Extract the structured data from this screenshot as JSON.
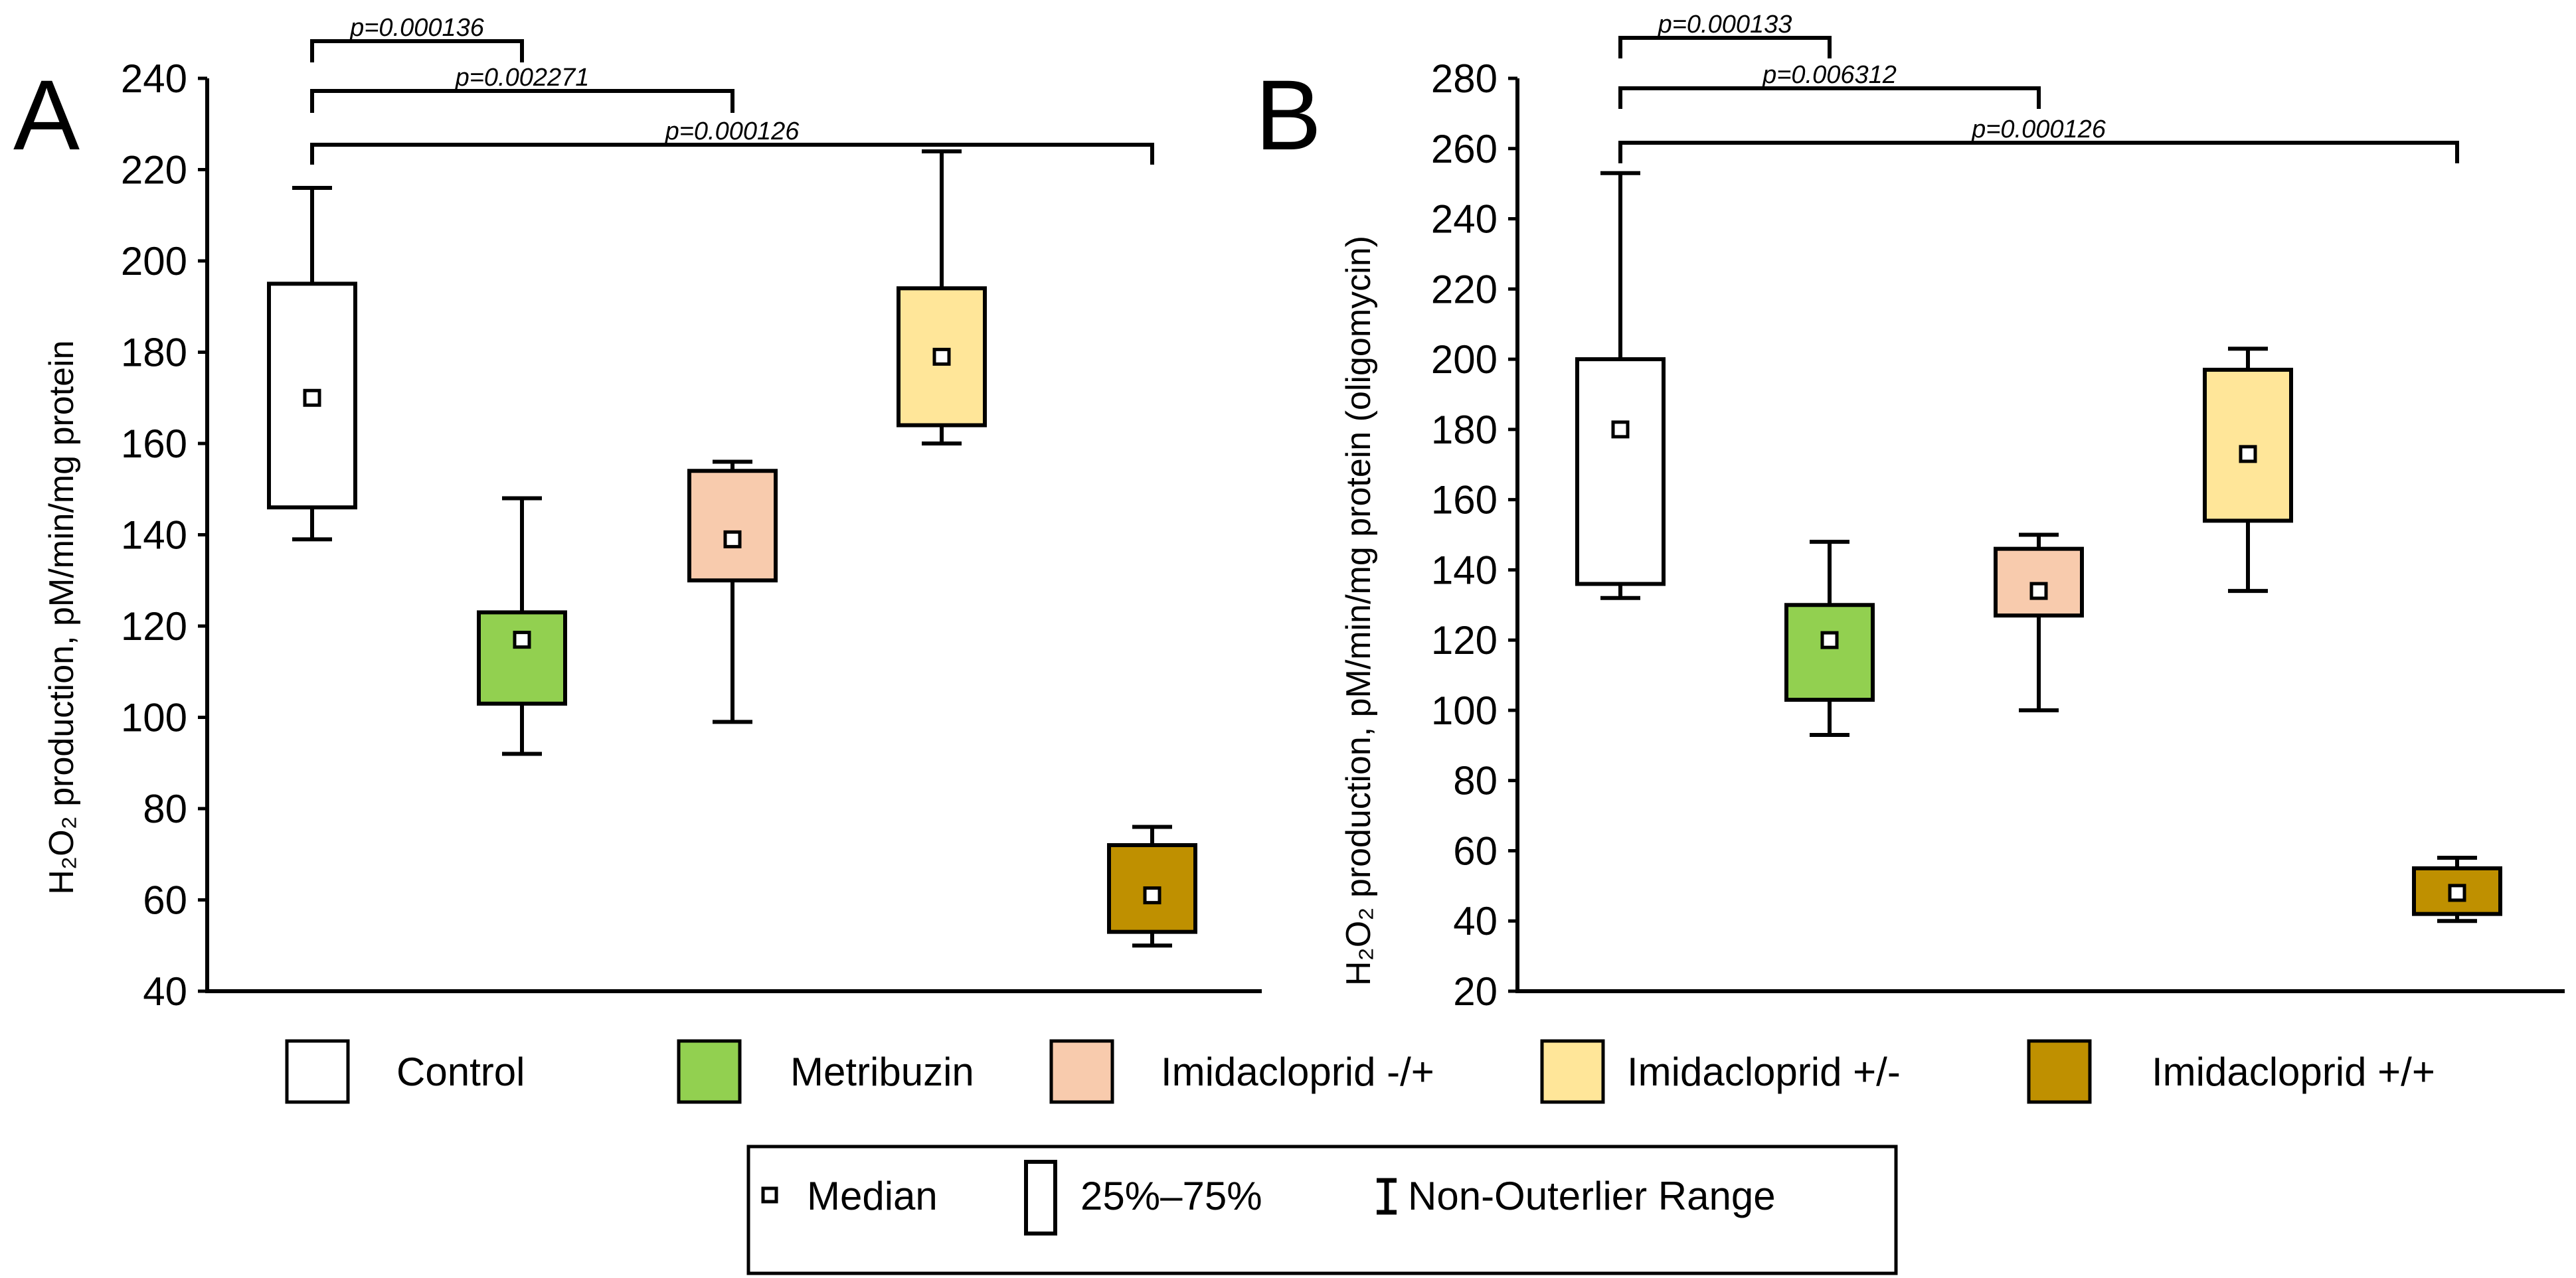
{
  "legend": {
    "groups": [
      {
        "label": "Control",
        "color": "#ffffff"
      },
      {
        "label": "Metribuzin",
        "color": "#92d050"
      },
      {
        "label": "Imidacloprid -/+",
        "color": "#f8cbad"
      },
      {
        "label": "Imidacloprid +/-",
        "color": "#ffe699"
      },
      {
        "label": "Imidacloprid +/+",
        "color": "#bf9000"
      }
    ],
    "key": {
      "median": "Median",
      "box": "25%–75%",
      "whisker": "Non-Outerlier Range"
    }
  },
  "chart_data": [
    {
      "type": "box",
      "panel_label": "A",
      "ylabel": "H₂O₂ production,  pM/min/mg protein",
      "ylim": [
        40,
        240
      ],
      "yticks": [
        40,
        60,
        80,
        100,
        120,
        140,
        160,
        180,
        200,
        220,
        240
      ],
      "categories": [
        "Control",
        "Metribuzin",
        "Imidacloprid -/+",
        "Imidacloprid +/-",
        "Imidacloprid +/+"
      ],
      "boxes": [
        {
          "median": 170,
          "q1": 146,
          "q3": 195,
          "whisker_low": 139,
          "whisker_high": 216
        },
        {
          "median": 117,
          "q1": 103,
          "q3": 123,
          "whisker_low": 92,
          "whisker_high": 148
        },
        {
          "median": 139,
          "q1": 130,
          "q3": 154,
          "whisker_low": 99,
          "whisker_high": 156
        },
        {
          "median": 179,
          "q1": 164,
          "q3": 194,
          "whisker_low": 160,
          "whisker_high": 224
        },
        {
          "median": 61,
          "q1": 53,
          "q3": 72,
          "whisker_low": 50,
          "whisker_high": 76
        }
      ],
      "comparisons": [
        {
          "from": 0,
          "to": 1,
          "label": "p=0.000136"
        },
        {
          "from": 0,
          "to": 2,
          "label": "p=0.002271"
        },
        {
          "from": 0,
          "to": 4,
          "label": "p=0.000126"
        }
      ]
    },
    {
      "type": "box",
      "panel_label": "B",
      "ylabel": "H₂O₂ production, pM/min/mg protein  (oligomycin)",
      "ylim": [
        20,
        280
      ],
      "yticks": [
        20,
        40,
        60,
        80,
        100,
        120,
        140,
        160,
        180,
        200,
        220,
        240,
        260,
        280
      ],
      "categories": [
        "Control",
        "Metribuzin",
        "Imidacloprid -/+",
        "Imidacloprid +/-",
        "Imidacloprid +/+"
      ],
      "boxes": [
        {
          "median": 180,
          "q1": 136,
          "q3": 200,
          "whisker_low": 132,
          "whisker_high": 253
        },
        {
          "median": 120,
          "q1": 103,
          "q3": 130,
          "whisker_low": 93,
          "whisker_high": 148
        },
        {
          "median": 134,
          "q1": 127,
          "q3": 146,
          "whisker_low": 100,
          "whisker_high": 150
        },
        {
          "median": 173,
          "q1": 154,
          "q3": 197,
          "whisker_low": 134,
          "whisker_high": 203
        },
        {
          "median": 48,
          "q1": 42,
          "q3": 55,
          "whisker_low": 40,
          "whisker_high": 58
        }
      ],
      "comparisons": [
        {
          "from": 0,
          "to": 1,
          "label": "p=0.000133"
        },
        {
          "from": 0,
          "to": 2,
          "label": "p=0.006312"
        },
        {
          "from": 0,
          "to": 4,
          "label": "p=0.000126"
        }
      ]
    }
  ]
}
